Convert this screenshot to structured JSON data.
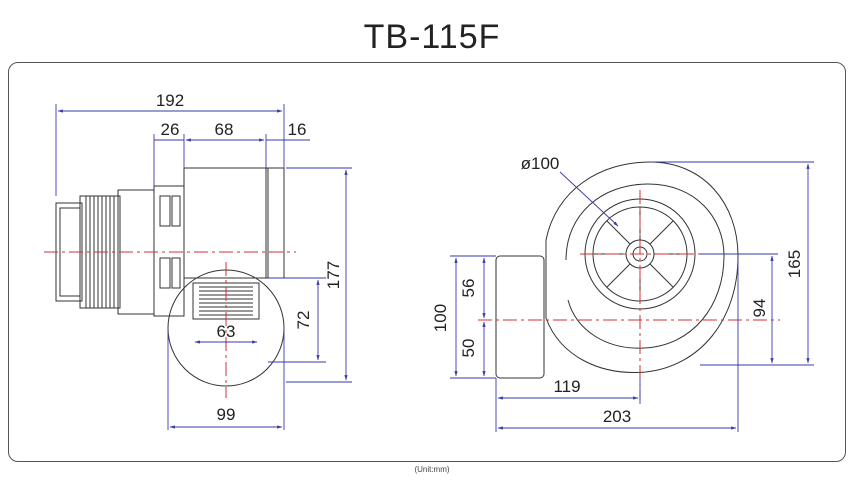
{
  "title": "TB-115F",
  "unit_note": "(Unit:mm)",
  "side_view": {
    "dim_overall_length": "192",
    "dim_segment_a": "26",
    "dim_segment_b": "68",
    "dim_segment_c": "16",
    "dim_outlet_width": "63",
    "dim_outlet_height": "72",
    "dim_housing_width": "99",
    "dim_overall_height": "177"
  },
  "front_view": {
    "dim_inlet_diameter": "ø100",
    "dim_outlet_height": "100",
    "dim_upper": "56",
    "dim_lower": "50",
    "dim_center_to_outlet": "119",
    "dim_overall_width": "203",
    "dim_center_height": "94",
    "dim_overall_height": "165"
  },
  "colors": {
    "line": "#222222",
    "dim_line": "#3a3aa8",
    "center_line": "#d03030"
  }
}
